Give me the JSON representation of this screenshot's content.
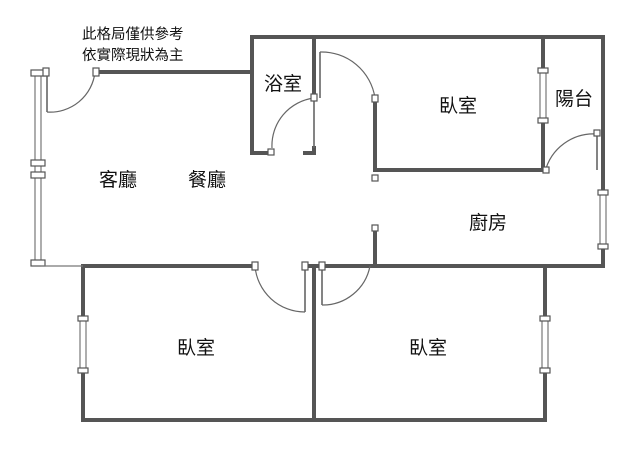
{
  "note": {
    "line1": "此格局僅供參考",
    "line2": "依實際現狀為主"
  },
  "rooms": {
    "bathroom": "浴室",
    "bedroom_top": "臥室",
    "balcony": "陽台",
    "living_room": "客廳",
    "dining_room": "餐廳",
    "kitchen": "廚房",
    "bedroom_bottom_left": "臥室",
    "bedroom_bottom_right": "臥室"
  },
  "colors": {
    "wall": "#555555",
    "text": "#111111",
    "background": "#ffffff"
  }
}
